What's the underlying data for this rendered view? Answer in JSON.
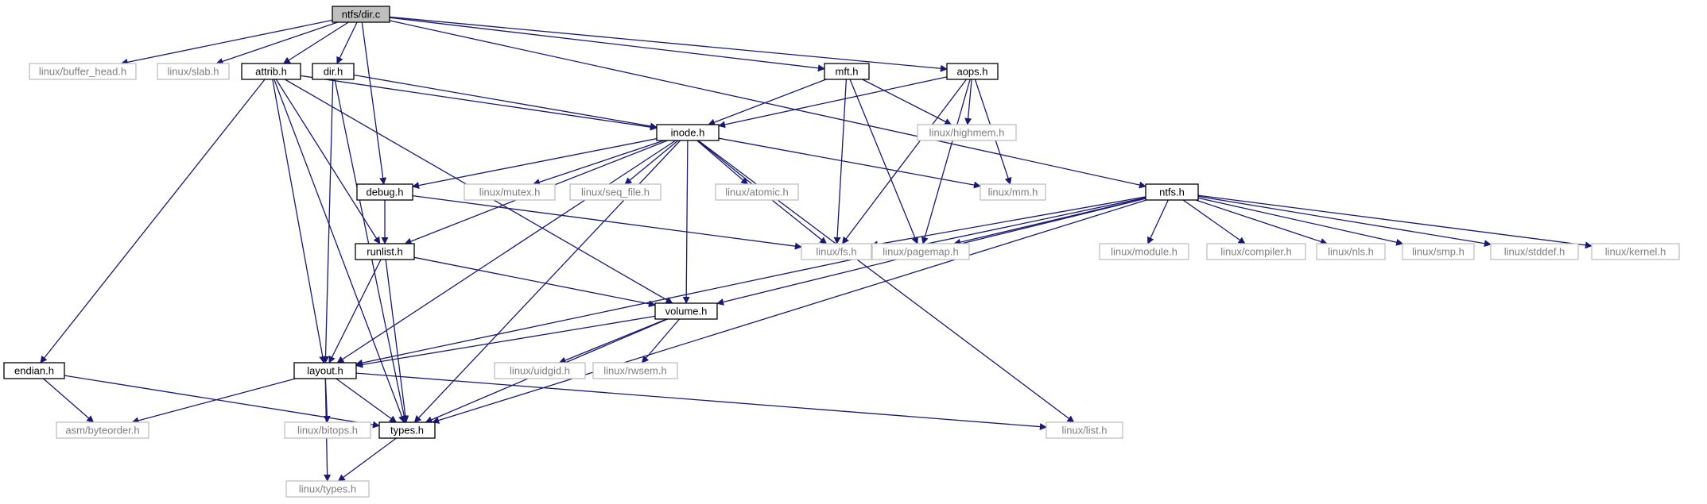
{
  "colors": {
    "edge": "#191970",
    "focus_fill": "#bfbfbf",
    "focus_stroke": "#000000",
    "header_stroke": "#000000",
    "system_stroke": "#bfbfbf",
    "system_text": "#7f7f7f",
    "header_text": "#000000"
  },
  "nodes": [
    {
      "id": "dir_c",
      "label": "ntfs/dir.c",
      "kind": "focus"
    },
    {
      "id": "buffer_head",
      "label": "linux/buffer_head.h",
      "kind": "system"
    },
    {
      "id": "slab",
      "label": "linux/slab.h",
      "kind": "system"
    },
    {
      "id": "attrib",
      "label": "attrib.h",
      "kind": "header"
    },
    {
      "id": "dir_h",
      "label": "dir.h",
      "kind": "header"
    },
    {
      "id": "mft",
      "label": "mft.h",
      "kind": "header"
    },
    {
      "id": "aops",
      "label": "aops.h",
      "kind": "header"
    },
    {
      "id": "inode",
      "label": "inode.h",
      "kind": "header"
    },
    {
      "id": "highmem",
      "label": "linux/highmem.h",
      "kind": "system"
    },
    {
      "id": "debug",
      "label": "debug.h",
      "kind": "header"
    },
    {
      "id": "mutex",
      "label": "linux/mutex.h",
      "kind": "system"
    },
    {
      "id": "seq_file",
      "label": "linux/seq_file.h",
      "kind": "system"
    },
    {
      "id": "atomic",
      "label": "linux/atomic.h",
      "kind": "system"
    },
    {
      "id": "mm",
      "label": "linux/mm.h",
      "kind": "system"
    },
    {
      "id": "ntfs",
      "label": "ntfs.h",
      "kind": "header"
    },
    {
      "id": "fs",
      "label": "linux/fs.h",
      "kind": "system"
    },
    {
      "id": "pagemap",
      "label": "linux/pagemap.h",
      "kind": "system"
    },
    {
      "id": "module",
      "label": "linux/module.h",
      "kind": "system"
    },
    {
      "id": "compiler",
      "label": "linux/compiler.h",
      "kind": "system"
    },
    {
      "id": "nls",
      "label": "linux/nls.h",
      "kind": "system"
    },
    {
      "id": "smp",
      "label": "linux/smp.h",
      "kind": "system"
    },
    {
      "id": "stddef",
      "label": "linux/stddef.h",
      "kind": "system"
    },
    {
      "id": "kernel",
      "label": "linux/kernel.h",
      "kind": "system"
    },
    {
      "id": "runlist",
      "label": "runlist.h",
      "kind": "header"
    },
    {
      "id": "volume",
      "label": "volume.h",
      "kind": "header"
    },
    {
      "id": "uidgid",
      "label": "linux/uidgid.h",
      "kind": "system"
    },
    {
      "id": "rwsem",
      "label": "linux/rwsem.h",
      "kind": "system"
    },
    {
      "id": "endian",
      "label": "endian.h",
      "kind": "header"
    },
    {
      "id": "layout",
      "label": "layout.h",
      "kind": "header"
    },
    {
      "id": "byteorder",
      "label": "asm/byteorder.h",
      "kind": "system"
    },
    {
      "id": "bitops",
      "label": "linux/bitops.h",
      "kind": "system"
    },
    {
      "id": "types",
      "label": "types.h",
      "kind": "header"
    },
    {
      "id": "list",
      "label": "linux/list.h",
      "kind": "system"
    },
    {
      "id": "ltypes",
      "label": "linux/types.h",
      "kind": "system"
    }
  ],
  "edges": [
    [
      "dir_c",
      "buffer_head"
    ],
    [
      "dir_c",
      "slab"
    ],
    [
      "dir_c",
      "attrib"
    ],
    [
      "dir_c",
      "dir_h"
    ],
    [
      "dir_c",
      "debug"
    ],
    [
      "dir_c",
      "mft"
    ],
    [
      "dir_c",
      "aops"
    ],
    [
      "dir_c",
      "ntfs"
    ],
    [
      "attrib",
      "inode"
    ],
    [
      "attrib",
      "endian"
    ],
    [
      "attrib",
      "layout"
    ],
    [
      "attrib",
      "types"
    ],
    [
      "attrib",
      "runlist"
    ],
    [
      "attrib",
      "volume"
    ],
    [
      "dir_h",
      "inode"
    ],
    [
      "dir_h",
      "layout"
    ],
    [
      "dir_h",
      "types"
    ],
    [
      "mft",
      "inode"
    ],
    [
      "mft",
      "highmem"
    ],
    [
      "mft",
      "fs"
    ],
    [
      "mft",
      "pagemap"
    ],
    [
      "aops",
      "inode"
    ],
    [
      "aops",
      "highmem"
    ],
    [
      "aops",
      "mm"
    ],
    [
      "aops",
      "fs"
    ],
    [
      "aops",
      "pagemap"
    ],
    [
      "inode",
      "debug"
    ],
    [
      "inode",
      "mutex"
    ],
    [
      "inode",
      "seq_file"
    ],
    [
      "inode",
      "atomic"
    ],
    [
      "inode",
      "mm"
    ],
    [
      "inode",
      "fs"
    ],
    [
      "inode",
      "runlist"
    ],
    [
      "inode",
      "volume"
    ],
    [
      "inode",
      "layout"
    ],
    [
      "inode",
      "types"
    ],
    [
      "inode",
      "list"
    ],
    [
      "debug",
      "runlist"
    ],
    [
      "debug",
      "fs"
    ],
    [
      "ntfs",
      "fs"
    ],
    [
      "ntfs",
      "pagemap"
    ],
    [
      "ntfs",
      "module"
    ],
    [
      "ntfs",
      "compiler"
    ],
    [
      "ntfs",
      "nls"
    ],
    [
      "ntfs",
      "smp"
    ],
    [
      "ntfs",
      "stddef"
    ],
    [
      "ntfs",
      "kernel"
    ],
    [
      "ntfs",
      "volume"
    ],
    [
      "ntfs",
      "layout"
    ],
    [
      "ntfs",
      "types"
    ],
    [
      "runlist",
      "volume"
    ],
    [
      "runlist",
      "layout"
    ],
    [
      "runlist",
      "types"
    ],
    [
      "volume",
      "uidgid"
    ],
    [
      "volume",
      "rwsem"
    ],
    [
      "volume",
      "layout"
    ],
    [
      "volume",
      "types"
    ],
    [
      "endian",
      "byteorder"
    ],
    [
      "endian",
      "types"
    ],
    [
      "layout",
      "byteorder"
    ],
    [
      "layout",
      "bitops"
    ],
    [
      "layout",
      "types"
    ],
    [
      "layout",
      "list"
    ],
    [
      "layout",
      "ltypes"
    ],
    [
      "types",
      "ltypes"
    ]
  ]
}
